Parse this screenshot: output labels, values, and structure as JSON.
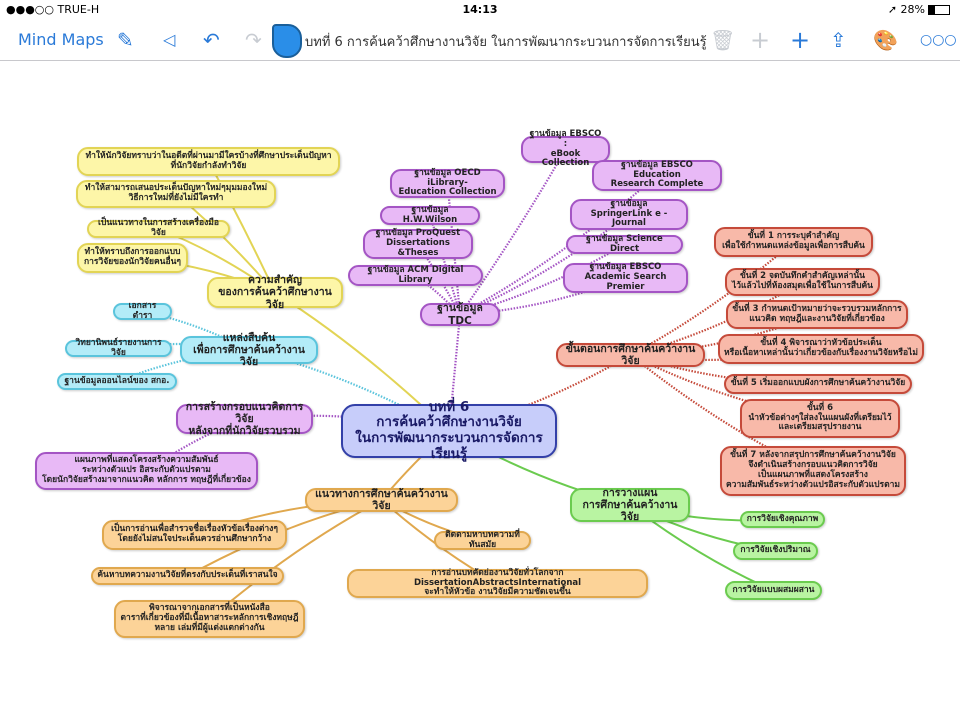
{
  "status_bar": {
    "carrier": "●●●○○ TRUE-H",
    "wifi_icon": "wifi-icon",
    "time": "14:13",
    "location_icon": "location-arrow-icon",
    "battery": "28%",
    "battery_level": 0.28
  },
  "toolbar": {
    "back_label": "Mind Maps",
    "document_title": "บทที่ 6  การค้นคว้าศึกษางานวิจัย  ในการพัฒนากระบวนการจัดการเรียนรู้",
    "icons": [
      "edit-icon",
      "left-arrow-icon",
      "undo-icon",
      "redo-icon",
      "document-icon",
      "trash-icon",
      "add-icon",
      "add-child-icon",
      "share-icon",
      "palette-icon",
      "more-icon"
    ]
  },
  "colors": {
    "accent": "#2a7ad8"
  },
  "map": {
    "central": "บทที่ 6\nการค้นคว้าศึกษางานวิจัย\nในการพัฒนากระบวนการจัดการเรียนรู้",
    "branches": [
      {
        "label": "ความสำคัญ\nของการค้นคว้าศึกษางานวิจัย",
        "fill": "#fdf6a8",
        "stroke": "#e2d455",
        "children": [
          "ทำให้นักวิจัยทราบว่าในอดีตที่ผ่านมามีใครบ้างที่ศึกษาประเด็นปัญหา\nที่นักวิจัยกำลังทำวิจัย",
          "ทำให้สามารถเสนอประเด็นปัญหาใหม่ๆมุมมองใหม่\nวิธีการใหม่ที่ยังไม่มีใครทำ",
          "เป็นแนวทางในการสร้างเครื่องมือวิจัย",
          "ทำให้ทราบถึงการออกแบบ\nการวิจัยของนักวิจัยคนอื่นๆ"
        ]
      },
      {
        "label": "แหล่งสืบค้น\nเพื่อการศึกษาค้นคว้างานวิจัย",
        "fill": "#b3ecf8",
        "stroke": "#5ac4dc",
        "children": [
          "เอกสารตำรา",
          "วิทยานิพนธ์รายงานการวิจัย",
          "ฐานข้อมูลออนไลน์ของ สกอ."
        ]
      },
      {
        "label": "การสร้างกรอบแนวคิดการวิจัย\nหลังจากที่นักวิจัยรวบรวม",
        "fill": "#e8b9f6",
        "stroke": "#a455c4",
        "children": [
          "แผนภาพที่แสดงโครงสร้างความสัมพันธ์\nระหว่างตัวแปร อิสระกับตัวแปรตาม\nโดยนักวิจัยสร้างมาจากแนวคิด หลักการ ทฤษฎีที่เกี่ยวข้อง"
        ]
      },
      {
        "label": "ฐานข้อมูล TDC",
        "fill": "#e8b9f6",
        "stroke": "#a455c4",
        "children": [
          "ฐานข้อมูล OECD iLibrary-\nEducation Collection",
          "ฐานข้อมูล H.W.Wilson",
          "ฐานข้อมูล ProQuest\nDissertations &Theses",
          "ฐานข้อมูล ACM Digital Library",
          "ฐานข้อมูล EBSCO :\neBook Collection",
          "ฐานข้อมูล EBSCO Education\nResearch Complete",
          "ฐานข้อมูล\nSpringerLink e -Journal",
          "ฐานข้อมูล Science Direct",
          "ฐานข้อมูล EBSCO\nAcademic Search Premier"
        ]
      },
      {
        "label": "ขั้นตอนการศึกษาค้นคว้างานวิจัย",
        "fill": "#f8b9a9",
        "stroke": "#c54a3a",
        "children": [
          "ขั้นที่ 1 การระบุคำสำคัญ\nเพื่อใช้กำหนดแหล่งข้อมูลเพื่อการสืบค้น",
          "ขั้นที่ 2 จดบันทึกคำสำคัญเหล่านั้น\nไว้แล้วไปที่ห้องสมุดเพื่อใช้ในการสืบค้น",
          "ขั้นที่ 3 กำหนดเป้าหมายว่าจะรวบรวมหลักการ\nแนวคิด ทฤษฎีและงานวิจัยที่เกี่ยวข้อง",
          "ขั้นที่ 4 พิจารณาว่าหัวข้อประเด็น\nหรือเนื้อหาเหล่านั้นว่าเกี่ยวข้องกับเรื่องงานวิจัยหรือไม่",
          "ขั้นที่ 5 เริ่มออกแบบผังการศึกษาค้นคว้างานวิจัย",
          "ขั้นที่ 6\nนำหัวข้อต่างๆใส่ลงในแผนผังที่เตรียมไว้\nและเตรียมสรุปรายงาน",
          "ขั้นที่ 7 หลังจากสรุปการศึกษาค้นคว้างานวิจัย\nจึงดำเนินสร้างกรอบแนวคิดการวิจัย\nเป็นแผนภาพที่แสดงโครงสร้าง\nความสัมพันธ์ระหว่างตัวแปรอิสระกับตัวแปรตาม"
        ]
      },
      {
        "label": "การวางแผน\nการศึกษาค้นคว้างานวิจัย",
        "fill": "#b9f4a2",
        "stroke": "#6bcb4f",
        "children": [
          "การวิจัยเชิงคุณภาพ",
          "การวิจัยเชิงปริมาณ",
          "การวิจัยแบบผสมผสาน"
        ]
      },
      {
        "label": "แนวทางการศึกษาค้นคว้างานวิจัย",
        "fill": "#fcd398",
        "stroke": "#e0a84e",
        "children": [
          "เป็นการอ่านเพื่อสำรวจชื่อเรื่องหัวข้อเรื่องต่างๆ\nโดยยังไม่สนใจประเด็นควรอ่านศึกษากว้าง",
          "ค้นหาบทความงานวิจัยที่ตรงกับประเด็นที่เราสนใจ",
          "พิจารณาจากเอกสารที่เป็นหนังสือ\nตาราที่เกี่ยวข้องที่มีเนื้อหาสาระหลักการเชิงทฤษฎี\nหลาย เล่มที่มีผู้แต่งแตกต่างกัน",
          "ติดตามหาบทความที่ทันสมัย",
          "การอ่านบทคัดย่องานวิจัยทั่วโลกจาก DissertationAbstractsInternational\nจะทำให้หัวข้อ งานวิจัยมีความชัดเจนขึ้น"
        ]
      }
    ]
  }
}
